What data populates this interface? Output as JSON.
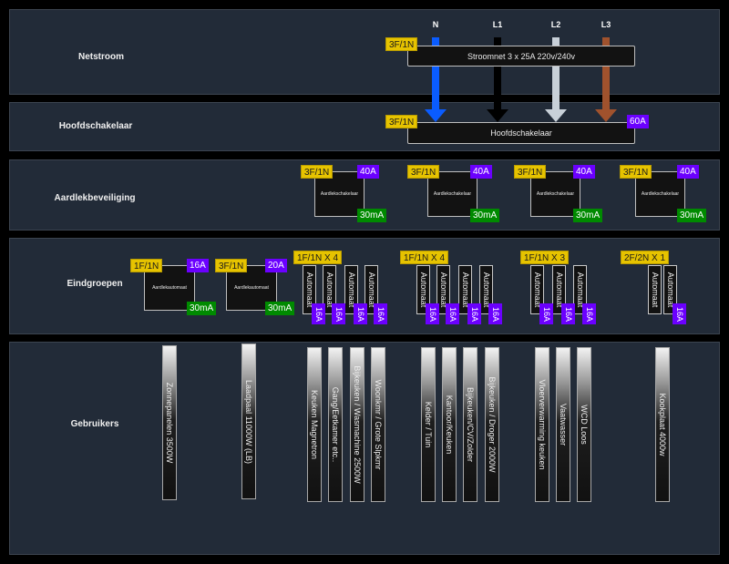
{
  "sections": {
    "netstroom": "Netstroom",
    "hoofdschakelaar": "Hoofdschakelaar",
    "aardlekbeveiliging": "Aardlekbeveiliging",
    "eindgroepen": "Eindgroepen",
    "gebruikers": "Gebruikers"
  },
  "phases": [
    {
      "label": "N",
      "color": "#0a5cff"
    },
    {
      "label": "L1",
      "color": "#000000"
    },
    {
      "label": "L2",
      "color": "#c8d0d8"
    },
    {
      "label": "L3",
      "color": "#a0522d"
    }
  ],
  "netstroom": {
    "tag": "3F/1N",
    "label": "Stroomnet 3 x 25A 220v/240v"
  },
  "hoofdschakelaar": {
    "tag": "3F/1N",
    "label": "Hoofdschakelaar",
    "amp": "60A"
  },
  "aardlek": [
    {
      "tag": "3F/1N",
      "amp": "40A",
      "label": "Aardlekschakelaar",
      "ma": "30mA"
    },
    {
      "tag": "3F/1N",
      "amp": "40A",
      "label": "Aardlekschakelaar",
      "ma": "30mA"
    },
    {
      "tag": "3F/1N",
      "amp": "40A",
      "label": "Aardlekschakelaar",
      "ma": "30mA"
    },
    {
      "tag": "3F/1N",
      "amp": "40A",
      "label": "Aardlekschakelaar",
      "ma": "30mA"
    }
  ],
  "eindgroepen": {
    "rcbo": [
      {
        "tag": "1F/1N",
        "amp": "16A",
        "label": "Aardlekautomaat",
        "ma": "30mA"
      },
      {
        "tag": "3F/1N",
        "amp": "20A",
        "label": "Aardlekautomaat",
        "ma": "30mA"
      }
    ],
    "groups": [
      {
        "tag": "1F/1N X 4",
        "breaker_label": "Automaat",
        "amps": [
          "16A",
          "16A",
          "16A",
          "16A"
        ]
      },
      {
        "tag": "1F/1N X 4",
        "breaker_label": "Automaat",
        "amps": [
          "16A",
          "16A",
          "16A",
          "16A"
        ]
      },
      {
        "tag": "1F/1N X 3",
        "breaker_label": "Automaat",
        "amps": [
          "16A",
          "16A",
          "16A"
        ]
      },
      {
        "tag": "2F/2N X 1",
        "breaker_label": "Automaat",
        "amps": [
          "16A"
        ]
      }
    ]
  },
  "gebruikers": [
    "Zonnepanelen 3500W",
    "Laadpaal 11000W  (LB)",
    "Keuken Magnetron",
    "Gang/Eetkamer etc..",
    "Bijkeuken / Wasmachine 2500W",
    "Woonkmr / Grote Slpkmr",
    "Kelder / Tuin",
    "Kantoor/Keuken",
    "Bijkeuken/CV/Zolder",
    "Bijkeuken / Droger 2000W",
    "Vloerverwarming keuken",
    "Vaatwasser",
    "WCD Loos",
    "Kookplaat 4000w"
  ]
}
